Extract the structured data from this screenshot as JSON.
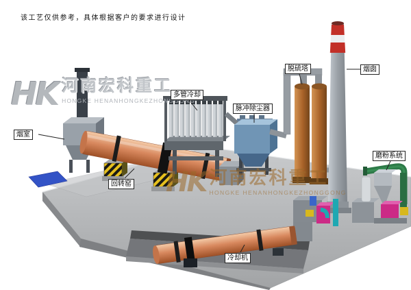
{
  "disclaimer": "该工艺仅供参考，具体根据客户的要求进行设计",
  "watermark": {
    "monogram": "HK",
    "company_cn": "河南宏科重工",
    "company_en": "HONGKE HENANHONGKEZHONGGONG"
  },
  "labels": {
    "smoke_chamber": "烟室",
    "rotary_kiln": "回转窑",
    "multi_tube_cooler": "多管冷却",
    "pulse_dust_collector": "脉冲除尘器",
    "desulfurization_tower": "脱硫塔",
    "chimney": "烟囱",
    "grinding_system": "磨粉系统",
    "cooling_machine": "冷却机"
  },
  "colors": {
    "kiln_salmon": "#d8885e",
    "collector_blue": "#7095b5",
    "tower_brown": "#a86228",
    "chimney_red": "#c23028",
    "hazard_yellow": "#e6c01e",
    "pipe_green": "#2d7a48",
    "accent_magenta": "#cc2a86",
    "accent_teal": "#1fa8b2",
    "platform_gray": "#b0b2b4",
    "pad_blue": "#3353c6",
    "watermark_tan": "#9c6a2c",
    "logo_gray": "#c2c6ca"
  }
}
